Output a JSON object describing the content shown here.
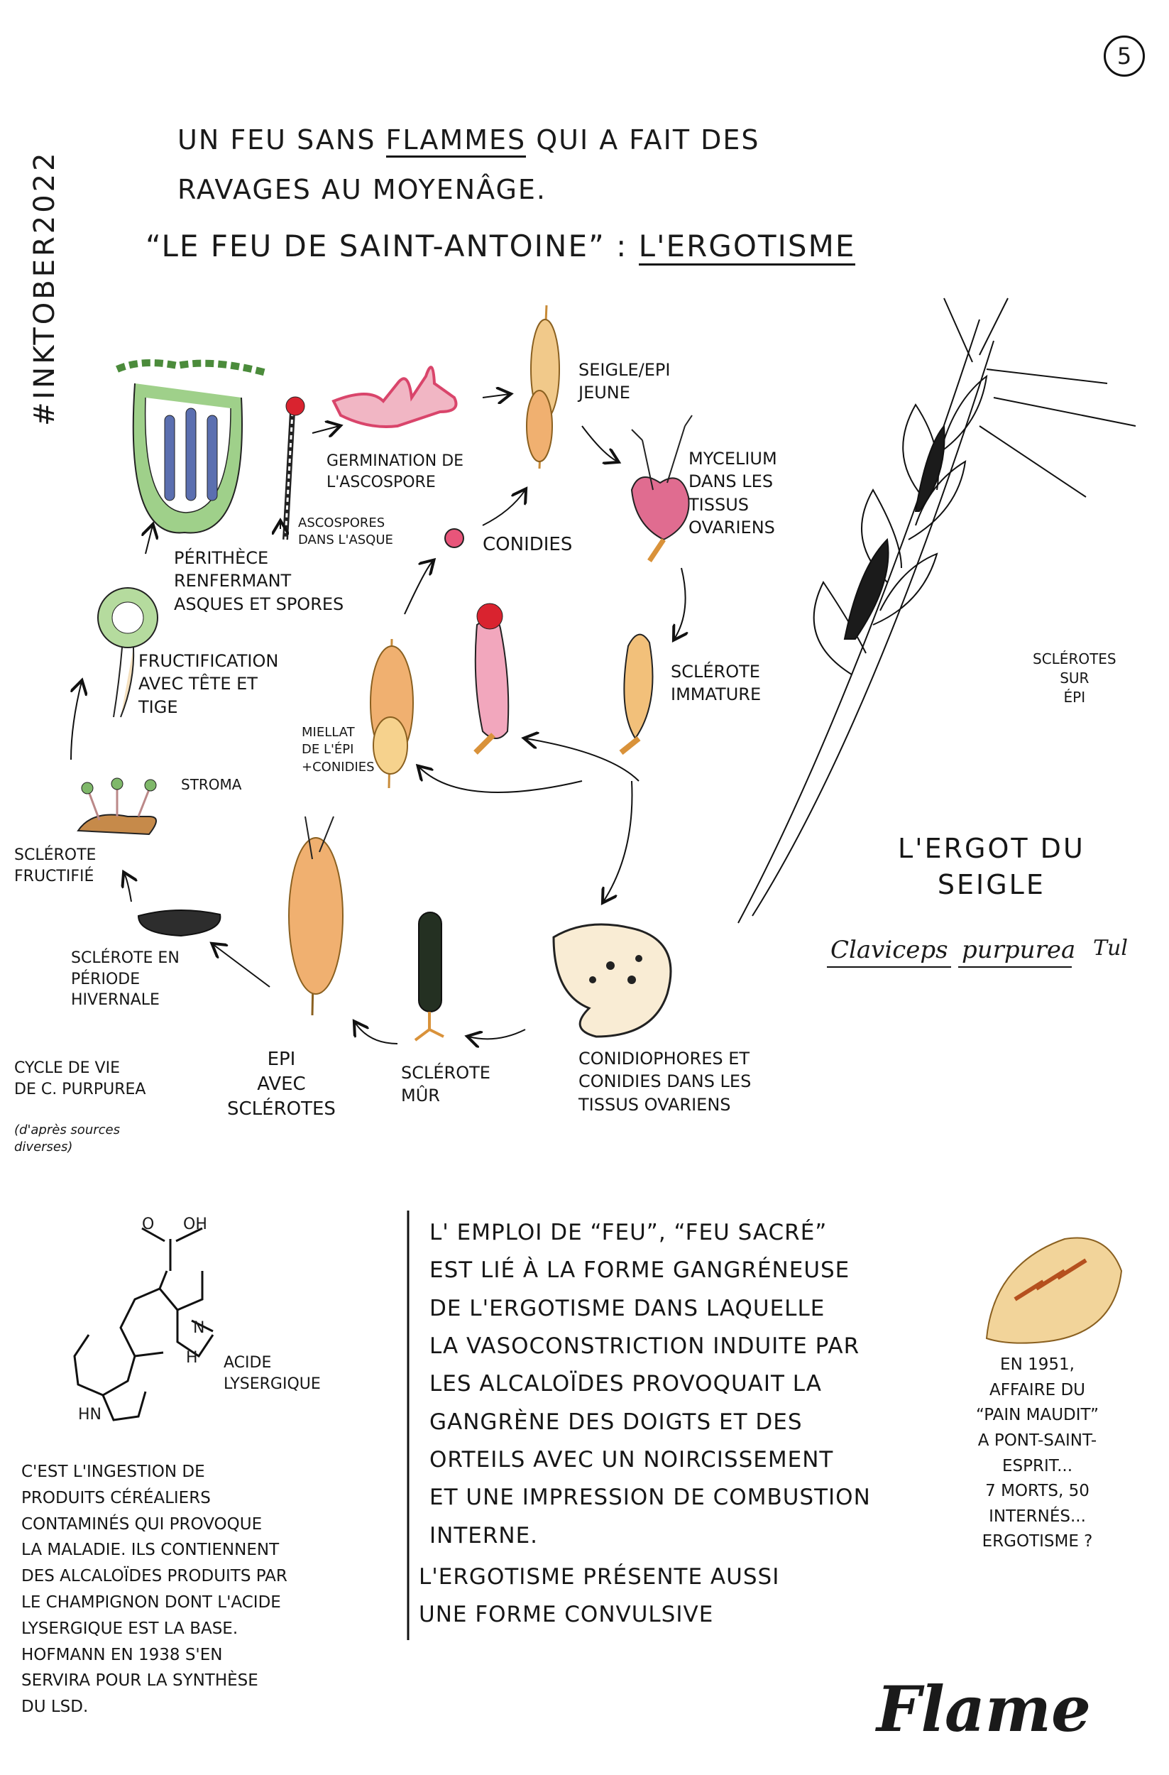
{
  "page_number": "5",
  "hashtag": "#INKTOBER2022",
  "title": {
    "line1_before": "UN FEU SANS ",
    "line1_underlined": "FLAMMES",
    "line1_after": " QUI A FAIT DES",
    "line2": "RAVAGES AU MOYENÂGE.",
    "line3_quote": "“LE FEU DE SAINT-ANTOINE” :",
    "line3_underlined": "L'ERGOTISME"
  },
  "cycle_labels": {
    "seigle": "SEIGLE/EPI\nJEUNE",
    "mycelium": "MYCELIUM\nDANS LES\nTISSUS\nOVARIENS",
    "sclerote_immature": "SCLÉROTE\nIMMATURE",
    "germination": "GERMINATION DE\nL'ASCOSPORE",
    "ascospores": "ASCOSPORES\nDANS L'ASQUE",
    "conidies": "CONIDIES",
    "perithece": "PÉRITHÈCE\nRENFERMANT\nASQUES ET SPORES",
    "fructification": "FRUCTIFICATION\nAVEC TÊTE ET\nTIGE",
    "miellat": "MIELLAT\nDE L'ÉPI\n+CONIDIES",
    "stroma": "STROMA",
    "sclerote_fructifie": "SCLÉROTE\nFRUCTIFIÉ",
    "sclerote_hivernale": "SCLÉROTE EN\nPÉRIODE\nHIVERNALE",
    "epi_sclerotes": "EPI\nAVEC\nSCLÉROTES",
    "sclerote_mur": "SCLÉROTE\nMÛR",
    "conidiophores": "CONIDIOPHORES ET\nCONIDIES DANS LES\nTISSUS OVARIENS",
    "cycle_caption": "CYCLE DE VIE\nDE C. PURPUREA",
    "sources": "(d'après sources\ndiverses)"
  },
  "ergot": {
    "sclerotes_sur_epi": "SCLÉROTES\nSUR\nÉPI",
    "title": "L'ERGOT DU\nSEIGLE",
    "latin_genus": "Claviceps",
    "latin_species": "purpurea",
    "author": "Tul"
  },
  "molecule": {
    "oh": "OH",
    "o": "O",
    "n": "N",
    "h": "H",
    "hn": "HN",
    "name": "ACIDE\nLYSERGIQUE"
  },
  "ingestion_text": "C'EST L'INGESTION DE\nPRODUITS CÉRÉALIERS\nCONTAMINÉS QUI PROVOQUE\nLA MALADIE. ILS CONTIENNENT\nDES ALCALOÏDES PRODUITS PAR\nLE CHAMPIGNON DONT L'ACIDE\nLYSERGIQUE EST LA BASE.\nHOFMANN EN 1938 S'EN\nSERVIRA POUR LA SYNTHÈSE\nDU LSD.",
  "main_text": "L' EMPLOI DE “FEU”, “FEU SACRÉ”\nEST LIÉ À LA FORME GANGRÉNEUSE\nDE L'ERGOTISME DANS LAQUELLE\nLA VASOCONSTRICTION INDUITE PAR\nLES ALCALOÏDES PROVOQUAIT LA\nGANGRÈNE DES DOIGTS ET DES\nORTEILS AVEC UN NOIRCISSEMENT\nET UNE IMPRESSION DE COMBUSTION\nINTERNE.",
  "main_text_2": "L'ERGOTISME PRÉSENTE AUSSI\nUNE FORME CONVULSIVE",
  "bread_text": "EN 1951,\nAFFAIRE DU\n“PAIN MAUDIT”\nA PONT-SAINT-\nESPRIT...\n7 MORTS, 50\nINTERNÉS...\nERGOTISME ?",
  "signature": "Flame",
  "colors": {
    "ink": "#161616",
    "pink": "#e8557a",
    "green": "#7fb86a",
    "ochre": "#d9923a",
    "red": "#cc2b2b"
  }
}
